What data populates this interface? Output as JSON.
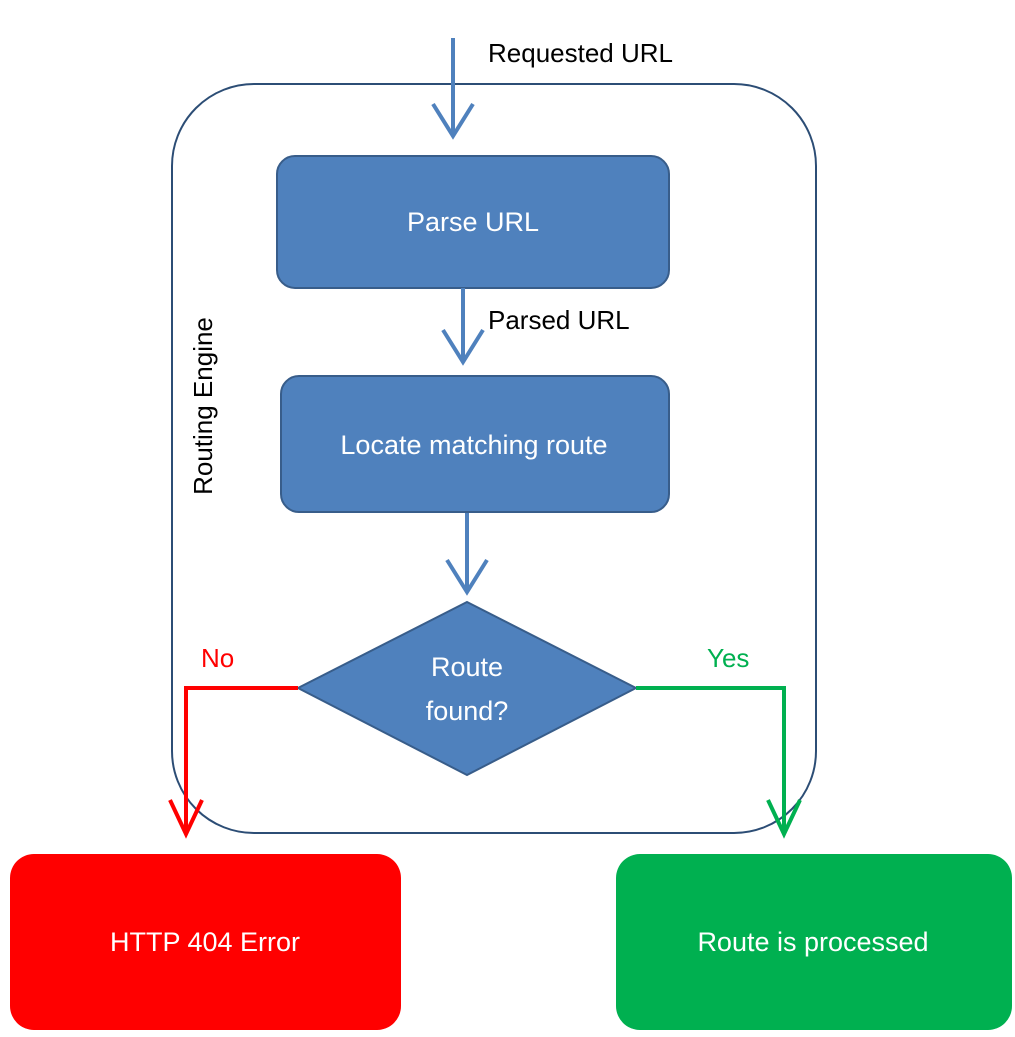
{
  "diagram": {
    "container_label": "Routing Engine",
    "nodes": {
      "parse_url": "Parse URL",
      "locate_route": "Locate matching route",
      "decision_line1": "Route",
      "decision_line2": "found?",
      "error": "HTTP 404 Error",
      "processed": "Route is processed"
    },
    "edges": {
      "requested_url": "Requested URL",
      "parsed_url": "Parsed URL",
      "no": "No",
      "yes": "Yes"
    },
    "colors": {
      "process_fill": "#4f81bd",
      "process_stroke": "#385d8a",
      "container_stroke": "#2c4d75",
      "arrow_blue": "#4f81bd",
      "no_red": "#ff0000",
      "yes_green": "#00b050",
      "node_text": "#ffffff",
      "label_text": "#000000"
    }
  }
}
